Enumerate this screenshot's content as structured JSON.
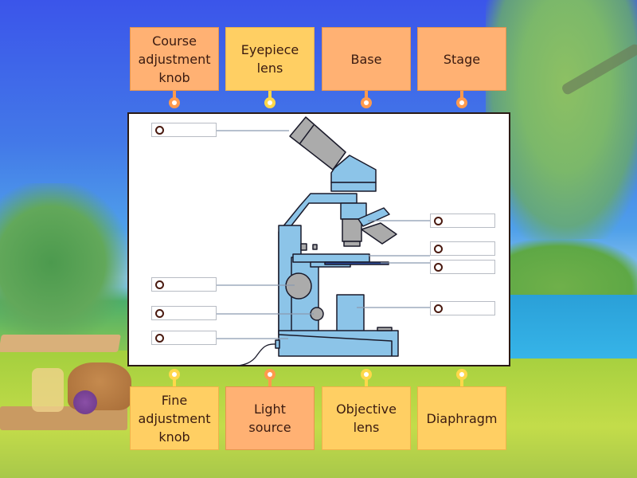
{
  "activity": {
    "type": "labelled-diagram",
    "subject": "microscope"
  },
  "colors": {
    "tile_orange": "#ffb173",
    "tile_yellow": "#ffcf63",
    "tile_text": "#3a1a10",
    "microscope_blue": "#8cc4e8",
    "microscope_gray": "#aaaaaa",
    "diagram_border": "#2a1a14",
    "dropzone_dot": "#4a1a10"
  },
  "tiles_top": [
    {
      "label": "Course\nadjustment\nknob",
      "color": "orange"
    },
    {
      "label": "Eyepiece\nlens",
      "color": "yellow"
    },
    {
      "label": "Base",
      "color": "orange"
    },
    {
      "label": "Stage",
      "color": "orange"
    }
  ],
  "tiles_bottom": [
    {
      "label": "Fine\nadjustment\nknob",
      "color": "yellow"
    },
    {
      "label": "Light\nsource",
      "color": "orange"
    },
    {
      "label": "Objective\nlens",
      "color": "yellow"
    },
    {
      "label": "Diaphragm",
      "color": "yellow"
    }
  ],
  "dropzones": [
    {
      "id": "eyepiece-target",
      "label": ""
    },
    {
      "id": "objective-target",
      "label": ""
    },
    {
      "id": "stage-target",
      "label": ""
    },
    {
      "id": "diaphragm-target",
      "label": ""
    },
    {
      "id": "coarse-knob-target",
      "label": ""
    },
    {
      "id": "light-source-target",
      "label": ""
    },
    {
      "id": "fine-knob-target",
      "label": ""
    },
    {
      "id": "base-target",
      "label": ""
    }
  ]
}
